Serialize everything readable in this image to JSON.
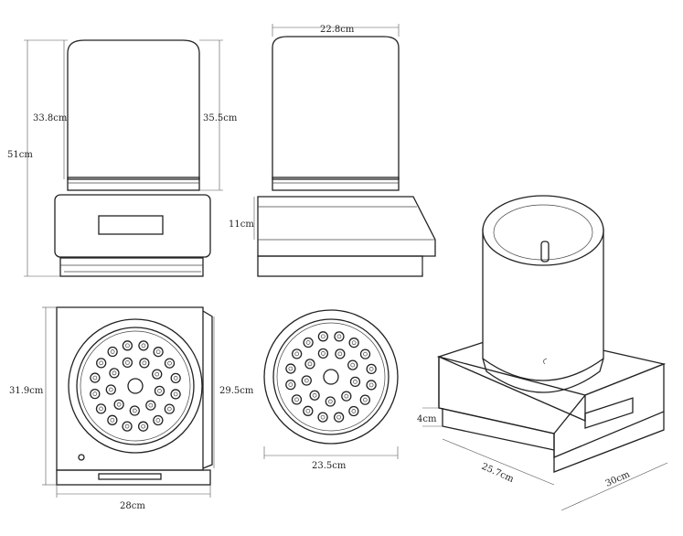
{
  "dimensions": {
    "front_total_height": "51cm",
    "front_jar_height": "33.8cm",
    "front_jar_height_right": "35.5cm",
    "side_width": "22.8cm",
    "side_base_height": "11cm",
    "top_depth_left": "31.9cm",
    "top_depth_right": "29.5cm",
    "top_width": "28cm",
    "lid_diameter": "23.5cm",
    "iso_base_height": "4cm",
    "iso_length": "25.7cm",
    "iso_width": "30cm"
  }
}
